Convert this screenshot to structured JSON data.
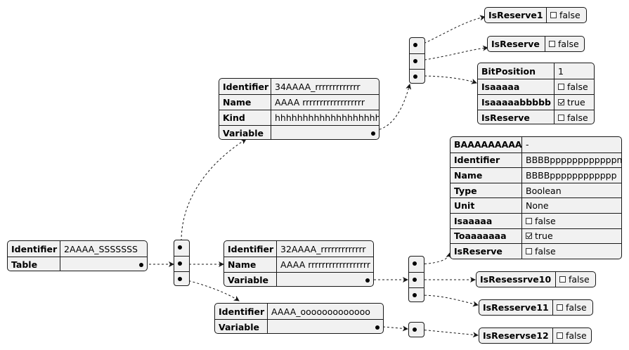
{
  "root": {
    "identifier_key": "Identifier",
    "identifier_val": "2AAAA_SSSSSSS",
    "table_key": "Table"
  },
  "obj34": {
    "identifier_key": "Identifier",
    "identifier_val": "34AAAA_rrrrrrrrrrrrr",
    "name_key": "Name",
    "name_val": "AAAA rrrrrrrrrrrrrrrrrr",
    "kind_key": "Kind",
    "kind_val": "hhhhhhhhhhhhhhhhhhh",
    "variable_key": "Variable"
  },
  "obj32": {
    "identifier_key": "Identifier",
    "identifier_val": "32AAAA_rrrrrrrrrrrrr",
    "name_key": "Name",
    "name_val": "AAAA rrrrrrrrrrrrrrrrrr",
    "variable_key": "Variable"
  },
  "objA": {
    "identifier_key": "Identifier",
    "identifier_val": "AAAA_ooooooooooooo",
    "variable_key": "Variable"
  },
  "isreserve1": {
    "key": "IsReserve1",
    "val": "false",
    "checked": false
  },
  "isreserve": {
    "key": "IsReserve",
    "val": "false",
    "checked": false
  },
  "bitobj": {
    "bitpos_key": "BitPosition",
    "bitpos_val": "1",
    "isaaaaa_key": "Isaaaaa",
    "isaaaaa_val": "false",
    "isaaaaabbbbb_key": "Isaaaaabbbbb",
    "isaaaaabbbbb_val": "true",
    "isreserve_key": "IsReserve",
    "isreserve_val": "false"
  },
  "bobj": {
    "b_key": "BAAAAAAAAA",
    "b_val": "-",
    "identifier_key": "Identifier",
    "identifier_val": "BBBBppppppppppppn",
    "name_key": "Name",
    "name_val": "BBBBpppppppppppp",
    "type_key": "Type",
    "type_val": "Boolean",
    "unit_key": "Unit",
    "unit_val": "None",
    "isaaaaa_key": "Isaaaaa",
    "isaaaaa_val": "false",
    "toaaaaaaa_key": "Toaaaaaaa",
    "toaaaaaaa_val": "true",
    "isreserve_key": "IsReserve",
    "isreserve_val": "false"
  },
  "isresessrve10": {
    "key": "IsResessrve10",
    "val": "false"
  },
  "isresserve11": {
    "key": "IsResserve11",
    "val": "false"
  },
  "isreservse12": {
    "key": "IsReservse12",
    "val": "false"
  }
}
